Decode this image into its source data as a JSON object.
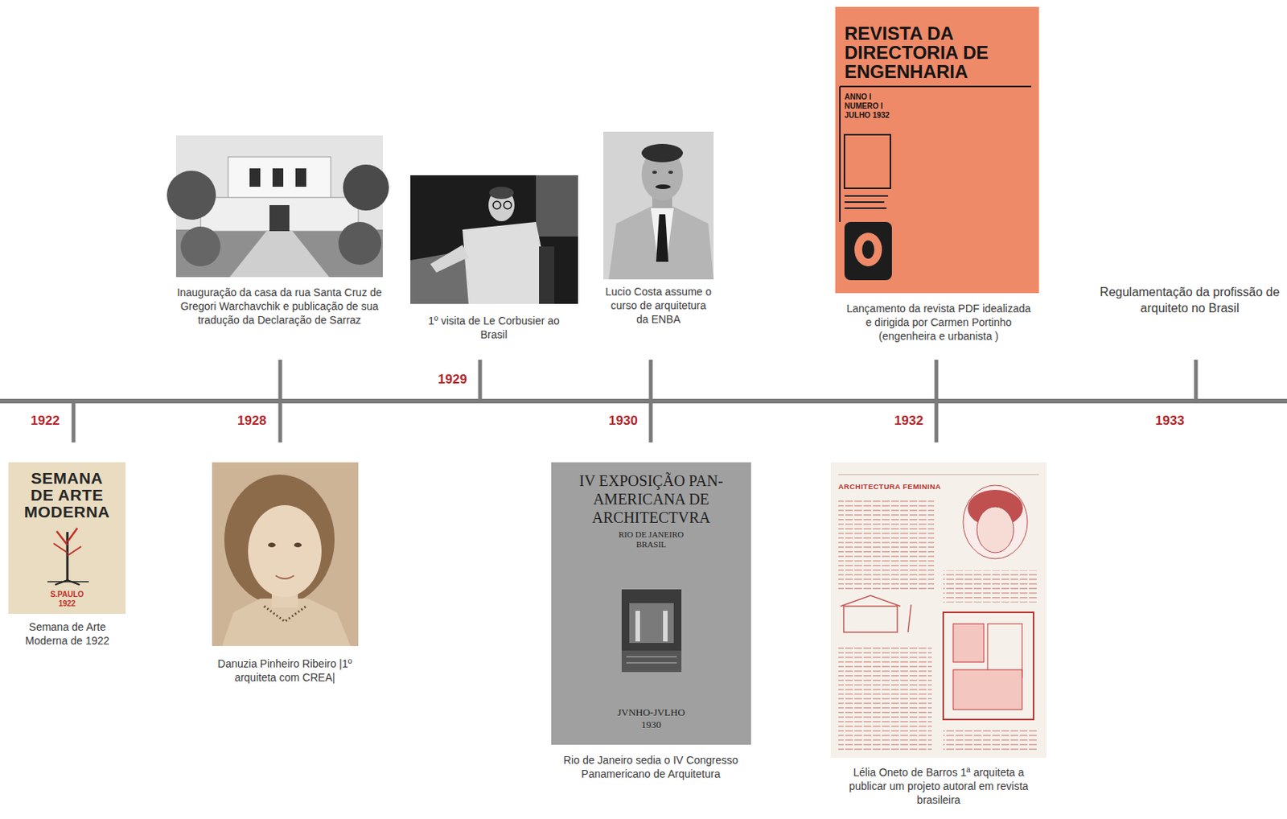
{
  "diagram": {
    "nodes": [
      {
        "text": [
          "SEMANA DE ARTE MODERNA",
          "S.PAULO 1922"
        ]
      },
      {
        "text": [
          "IV EXPOSIÇÃO PAN-AMERICANA DE ARCHITECTVRA",
          "RIO DE JANEIRO BRASIL",
          "JVNHO-JVLHO 1930"
        ]
      },
      {
        "text": [
          "REVISTA DA DIRECTORIA DE ENGENHARIA",
          "ANNO I NUMERO I JULHO 1932"
        ]
      },
      {
        "text": [
          "ARCHITECTURA FEMININA"
        ]
      }
    ],
    "labels": [
      "1922",
      "1928",
      "1929",
      "1930",
      "1932",
      "1933",
      "Semana de Arte Moderna de 1922",
      "Inauguração da casa da rua Santa Cruz de Gregori Warchavchik e publicação de sua tradução da Declaração de Sarraz",
      "Danuzia Pinheiro Ribeiro |1º arquiteta com CREA|",
      "1º visita de Le Corbusier ao Brasil",
      "Lucio Costa assume o curso de arquitetura da ENBA",
      "Rio de Janeiro sedia o IV Congresso Panamericano de Arquitetura",
      "Lançamento da revista PDF idealizada e dirigida por Carmen Portinho (engenheira e urbanista )",
      "Lélia Oneto de Barros 1ª arquiteta a publicar um projeto autoral em revista brasileira",
      "Regulamentação da profissão de arquiteto no Brasil"
    ]
  }
}
